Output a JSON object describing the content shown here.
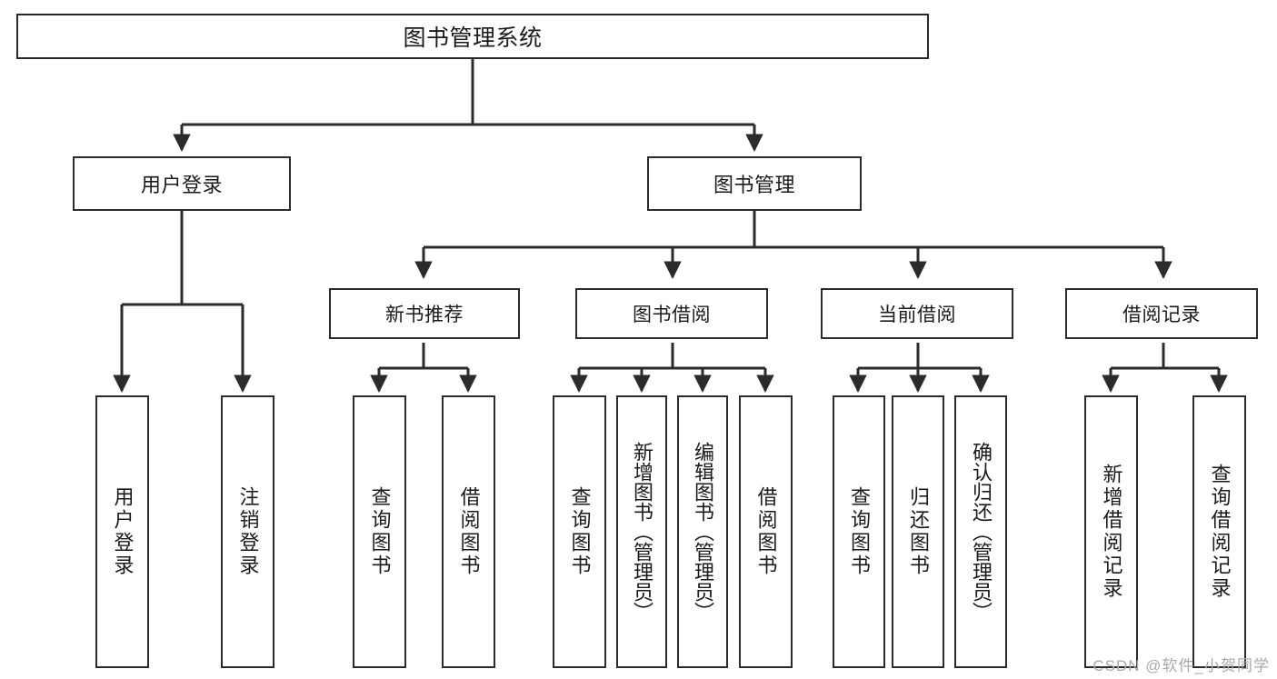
{
  "diagram": {
    "type": "tree-hierarchy",
    "title": "图书管理系统",
    "colors": {
      "stroke": "#2b2b2b",
      "fill": "#ffffff",
      "text": "#1a1a1a",
      "watermark": "#a9a9a9"
    },
    "root": {
      "label": "图书管理系统"
    },
    "level2": [
      {
        "id": "user-login",
        "label": "用户登录"
      },
      {
        "id": "book-manage",
        "label": "图书管理"
      }
    ],
    "level3": [
      {
        "id": "new-book-recommend",
        "label": "新书推荐",
        "parent": "book-manage"
      },
      {
        "id": "book-borrow",
        "label": "图书借阅",
        "parent": "book-manage"
      },
      {
        "id": "current-borrow",
        "label": "当前借阅",
        "parent": "book-manage"
      },
      {
        "id": "borrow-record",
        "label": "借阅记录",
        "parent": "book-manage"
      }
    ],
    "leaves": [
      {
        "id": "leaf-user-login",
        "label": "用户登录",
        "parent": "user-login"
      },
      {
        "id": "leaf-logout-login",
        "label": "注销登录",
        "parent": "user-login"
      },
      {
        "id": "leaf-query-book-1",
        "label": "查询图书",
        "parent": "new-book-recommend"
      },
      {
        "id": "leaf-borrow-book-1",
        "label": "借阅图书",
        "parent": "new-book-recommend"
      },
      {
        "id": "leaf-query-book-2",
        "label": "查询图书",
        "parent": "book-borrow"
      },
      {
        "id": "leaf-add-book",
        "label": "新增图书（管理员）",
        "parent": "book-borrow"
      },
      {
        "id": "leaf-edit-book",
        "label": "编辑图书（管理员）",
        "parent": "book-borrow"
      },
      {
        "id": "leaf-borrow-book-2",
        "label": "借阅图书",
        "parent": "book-borrow"
      },
      {
        "id": "leaf-query-book-3",
        "label": "查询图书",
        "parent": "current-borrow"
      },
      {
        "id": "leaf-return-book",
        "label": "归还图书",
        "parent": "current-borrow"
      },
      {
        "id": "leaf-confirm-return",
        "label": "确认归还（管理员）",
        "parent": "current-borrow"
      },
      {
        "id": "leaf-add-record",
        "label": "新增借阅记录",
        "parent": "borrow-record"
      },
      {
        "id": "leaf-query-record",
        "label": "查询借阅记录",
        "parent": "borrow-record"
      }
    ],
    "watermark": "CSDN @软件_小贺同学"
  }
}
